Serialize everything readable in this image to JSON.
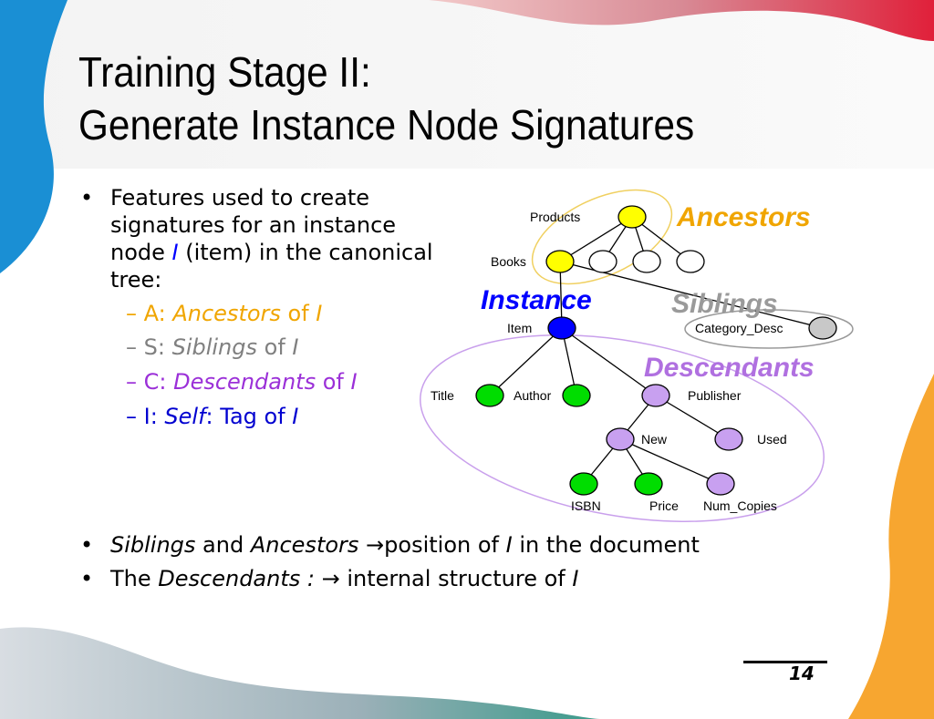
{
  "slide": {
    "title_line1": "Training Stage II:",
    "title_line2": "Generate Instance Node Signatures",
    "page_number": "14"
  },
  "features": {
    "line1": "Features used to create",
    "line2": "signatures for an instance",
    "line3_pre": "node ",
    "line3_var": "I",
    "line3_post": " (item) in the canonical",
    "line4": "tree:"
  },
  "subitems": [
    {
      "prefix": "– A: ",
      "term": "Ancestors",
      "mid": " of ",
      "var": "I"
    },
    {
      "prefix": "– S: ",
      "term": "Siblings",
      "mid": " of ",
      "var": "I"
    },
    {
      "prefix": "– C: ",
      "term": "Descendants",
      "mid": " of ",
      "var": "I"
    },
    {
      "prefix": "– I: ",
      "term": "Self",
      "mid": ": Tag of ",
      "var": "I"
    }
  ],
  "notes": [
    {
      "a": "Siblings",
      "b": " and ",
      "c": "Ancestors",
      "d": " →position of ",
      "e": "I",
      "f": " in the document"
    },
    {
      "a": "The ",
      "b": "Descendants : ",
      "c": "→",
      "d": " internal structure of ",
      "e": "I"
    }
  ],
  "diagram": {
    "labels": {
      "products": "Products",
      "books": "Books",
      "item": "Item",
      "category": "Category_Desc",
      "title": "Title",
      "author": "Author",
      "publisher": "Publisher",
      "new": "New",
      "used": "Used",
      "isbn": "ISBN",
      "price": "Price",
      "num_copies": "Num_Copies"
    },
    "groups": {
      "ancestors": "Ancestors",
      "instance": "Instance",
      "siblings": "Siblings",
      "descendants": "Descendants"
    },
    "colors": {
      "ancestor_node": "#ffff00",
      "instance_node": "#0000ff",
      "leaf_node": "#00dd00",
      "desc_node": "#c8a0f0",
      "sibling_node": "#c8c8c8",
      "empty_node": "#ffffff",
      "ancestors_text": "#f0a500",
      "instance_text": "#0000ff",
      "siblings_text": "#9a9a9a",
      "descendants_text": "#b070e0"
    }
  }
}
